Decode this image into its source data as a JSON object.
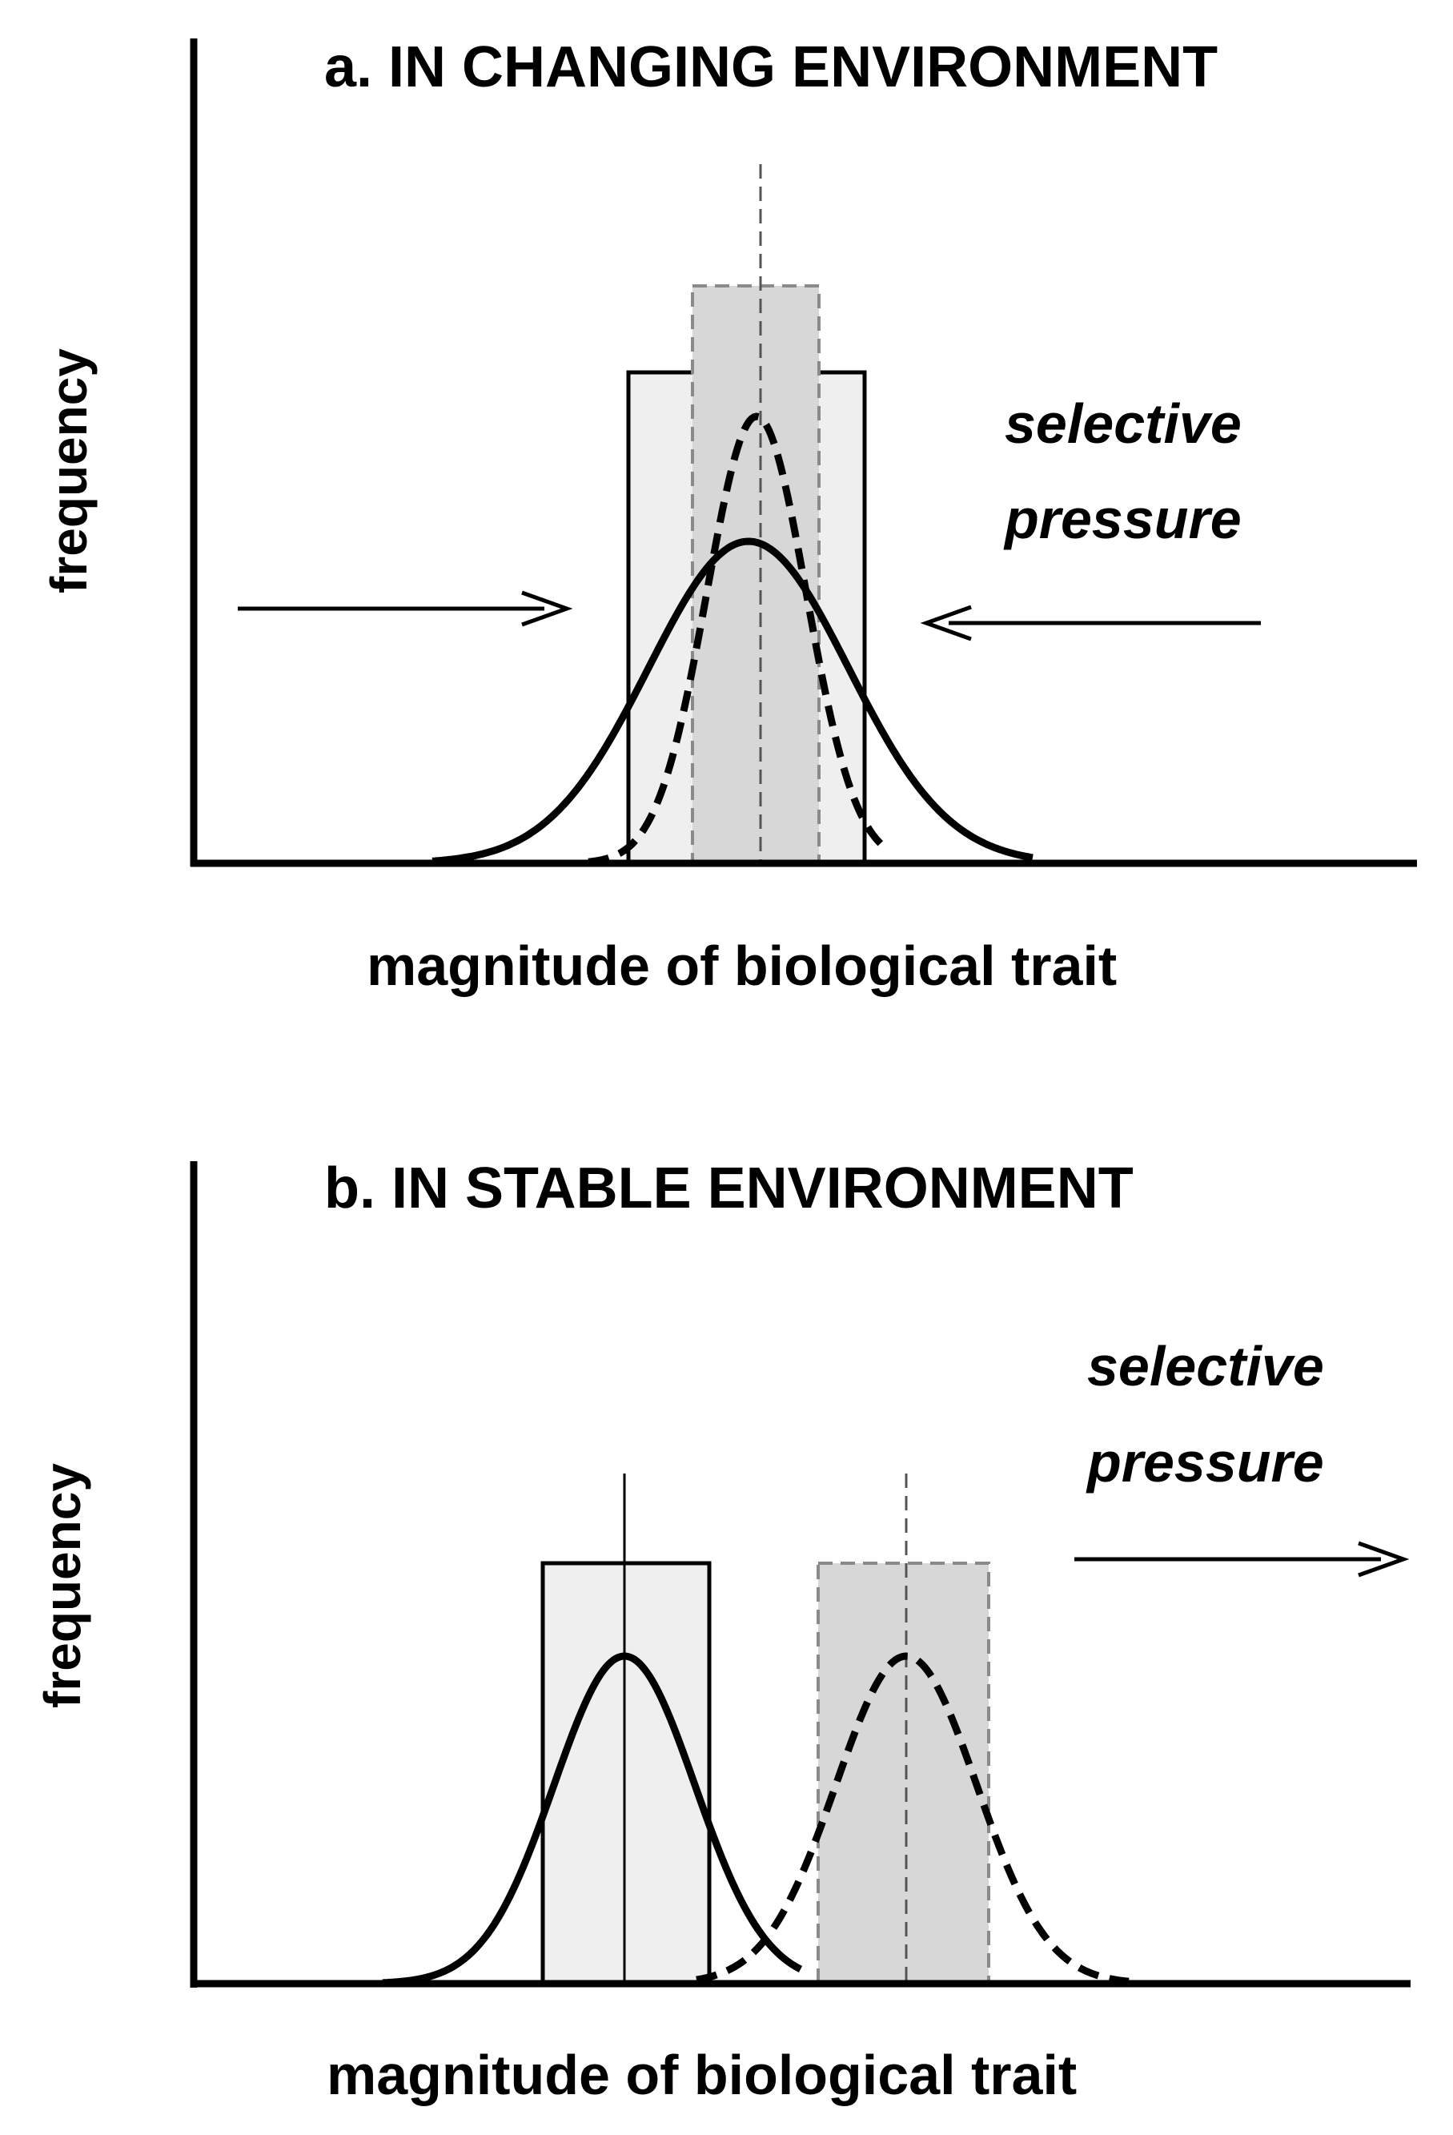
{
  "panel_a": {
    "title": "a.  IN CHANGING ENVIRONMENT",
    "xlabel": "magnitude of  biological trait",
    "ylabel": "frequency",
    "annotation": [
      "selective",
      "pressure"
    ]
  },
  "panel_b": {
    "title": "b.  IN STABLE ENVIRONMENT",
    "xlabel": "magnitude of  biological trait",
    "ylabel": "frequency",
    "annotation": [
      "selective",
      "pressure"
    ]
  }
}
